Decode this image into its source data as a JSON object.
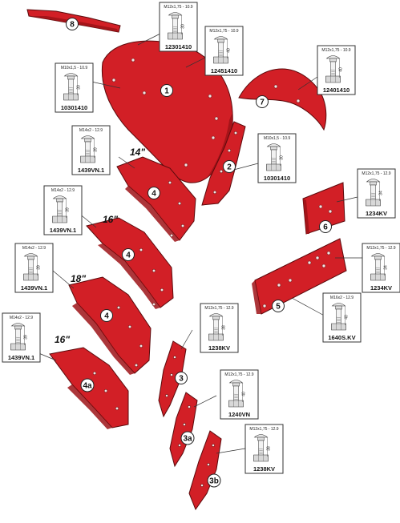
{
  "parts": [
    {
      "id": "p8",
      "label": "8"
    },
    {
      "id": "p1",
      "label": "1"
    },
    {
      "id": "p7",
      "label": "7"
    },
    {
      "id": "p2",
      "label": "2"
    },
    {
      "id": "p4a",
      "label": "4"
    },
    {
      "id": "p6",
      "label": "6"
    },
    {
      "id": "p4b",
      "label": "4"
    },
    {
      "id": "p4c",
      "label": "4"
    },
    {
      "id": "p5",
      "label": "5"
    },
    {
      "id": "p3",
      "label": "3"
    },
    {
      "id": "p4d",
      "label": "4a"
    },
    {
      "id": "p3a",
      "label": "3a"
    },
    {
      "id": "p3b",
      "label": "3b"
    }
  ],
  "sizes": {
    "s14": "14\"",
    "s16a": "16\"",
    "s18": "18\"",
    "s16b": "16\""
  },
  "bolts": [
    {
      "id": "b1",
      "spec": "M12x1,75 - 10.9",
      "length": "30",
      "code": "12301410"
    },
    {
      "id": "b2",
      "spec": "M12x1,75 - 10.9",
      "length": "40",
      "code": "12451410"
    },
    {
      "id": "b3",
      "spec": "M10x1,5 - 10.9",
      "length": "30",
      "code": "10301410"
    },
    {
      "id": "b4",
      "spec": "M12x1,75 - 10.9",
      "length": "40",
      "code": "12401410"
    },
    {
      "id": "b5",
      "spec": "M14x2 - 12.9",
      "length": "39",
      "code": "1439VN.1"
    },
    {
      "id": "b6",
      "spec": "M10x1,5 - 10.9",
      "length": "30",
      "code": "10301410"
    },
    {
      "id": "b7",
      "spec": "M12x1,75 - 12.9",
      "length": "34",
      "code": "1234KV"
    },
    {
      "id": "b8",
      "spec": "M14x2 - 12.9",
      "length": "39",
      "code": "1439VN.1"
    },
    {
      "id": "b9",
      "spec": "M12x1,75 - 12.9",
      "length": "34",
      "code": "1234KV"
    },
    {
      "id": "b10",
      "spec": "M14x2 - 12.9",
      "length": "39",
      "code": "1439VN.1"
    },
    {
      "id": "b11",
      "spec": "M16x2 - 12.9",
      "length": "40",
      "code": "1640S.KV"
    },
    {
      "id": "b12",
      "spec": "M12x1,75 - 12.9",
      "length": "38",
      "code": "1238KV"
    },
    {
      "id": "b13",
      "spec": "M14x2 - 12.9",
      "length": "39",
      "code": "1439VN.1"
    },
    {
      "id": "b14",
      "spec": "M12x1,75 - 12.9",
      "length": "40",
      "code": "1240VN"
    },
    {
      "id": "b15",
      "spec": "M12x1,75 - 12.9",
      "length": "38",
      "code": "1238KV"
    }
  ]
}
